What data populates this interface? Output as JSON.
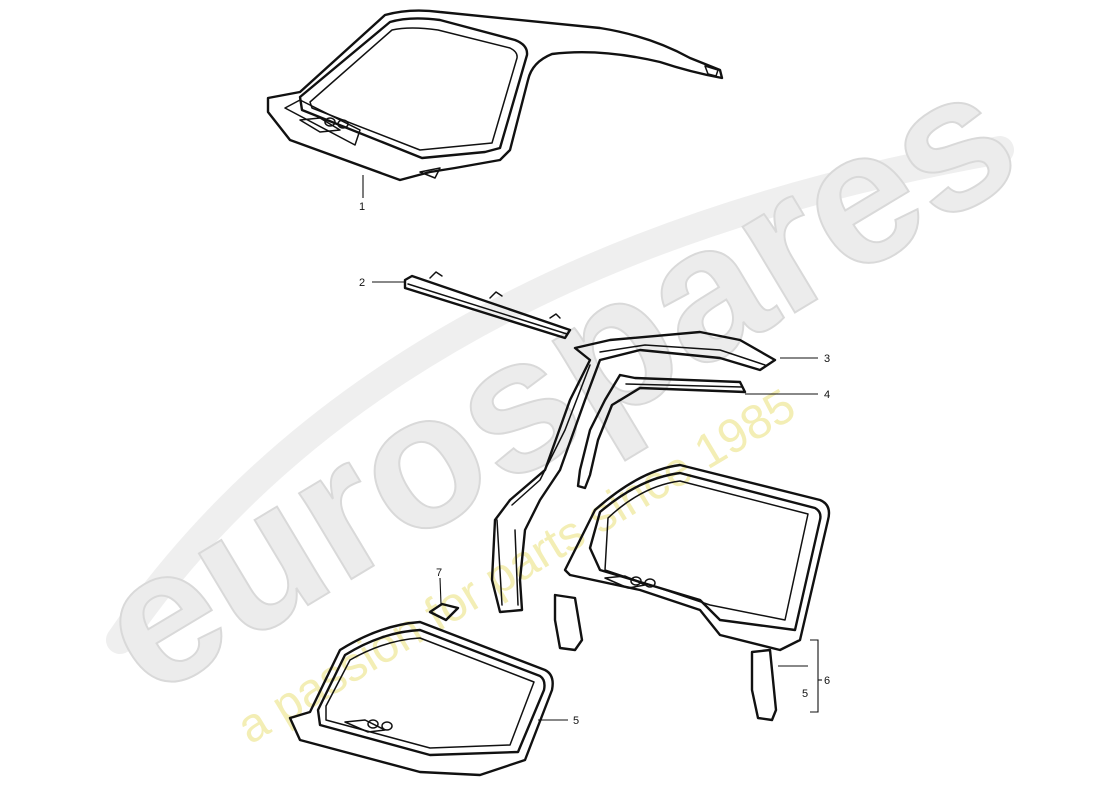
{
  "watermark": {
    "brand": "eurospares",
    "tagline": "a passion for parts since 1985"
  },
  "callouts": {
    "c1": "1",
    "c2": "2",
    "c3": "3",
    "c4": "4",
    "c5a": "5",
    "c5b": "5",
    "c6": "6",
    "c7": "7"
  }
}
